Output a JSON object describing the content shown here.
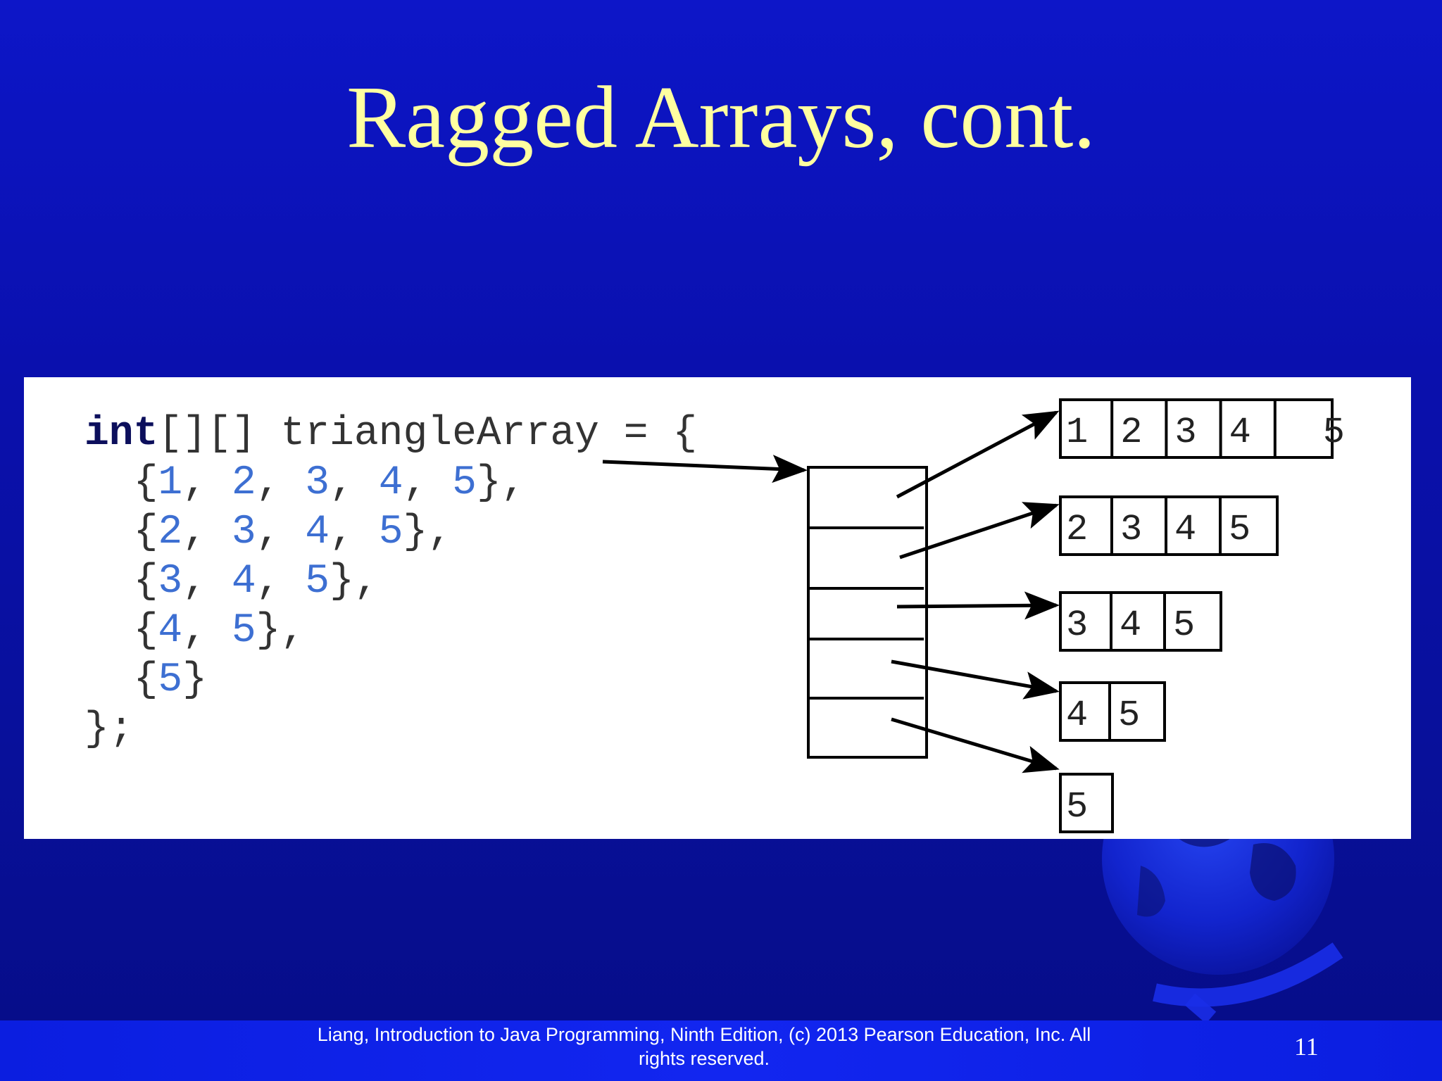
{
  "slide": {
    "title": "Ragged Arrays, cont.",
    "page_number": "11",
    "footer_line1": "Liang, Introduction to Java Programming, Ninth Edition, (c) 2013 Pearson Education, Inc. All",
    "footer_line2": "rights reserved."
  },
  "code": {
    "keyword": "int",
    "decl_rest": "[][] triangleArray = {",
    "rows": [
      [
        1,
        2,
        3,
        4,
        5
      ],
      [
        2,
        3,
        4,
        5
      ],
      [
        3,
        4,
        5
      ],
      [
        4,
        5
      ],
      [
        5
      ]
    ],
    "closing": "};"
  },
  "diagram": {
    "arrays": [
      [
        "1",
        "2",
        "3",
        "4",
        "5"
      ],
      [
        "2",
        "3",
        "4",
        "5"
      ],
      [
        "3",
        "4",
        "5"
      ],
      [
        "4",
        "5"
      ],
      [
        "5"
      ]
    ]
  },
  "colors": {
    "title": "#ffffa0",
    "keyword": "#0c0f5c",
    "number": "#3d6fd2",
    "background": "#0a10ad"
  }
}
